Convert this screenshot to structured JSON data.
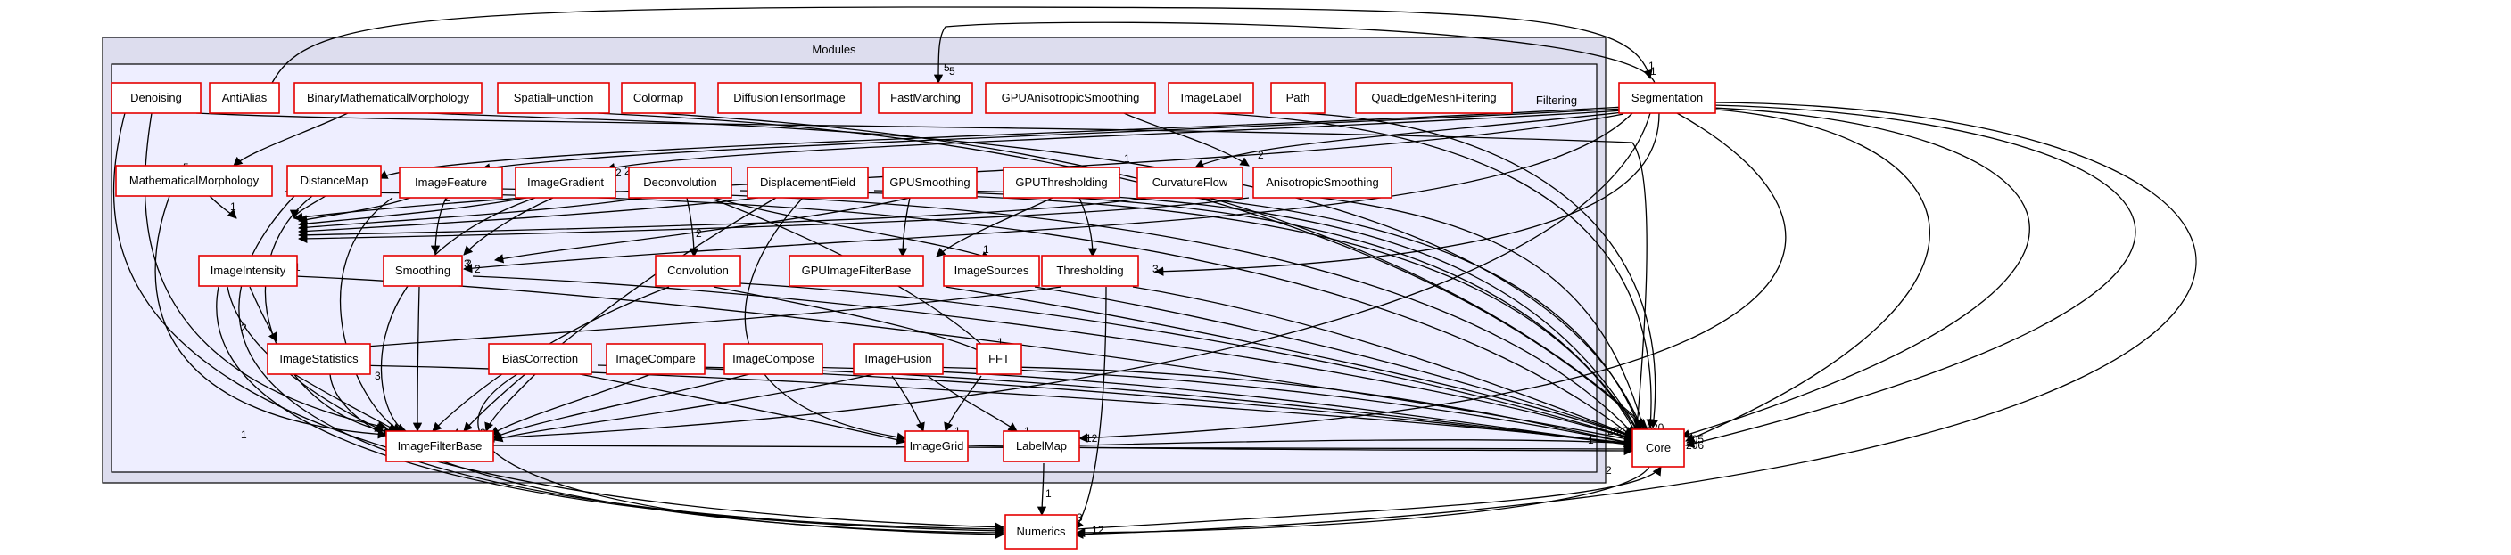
{
  "clusters": {
    "modules": "Modules",
    "filtering": "Filtering"
  },
  "nodes": [
    {
      "id": "Denoising",
      "label": "Denoising"
    },
    {
      "id": "AntiAlias",
      "label": "AntiAlias"
    },
    {
      "id": "BinaryMathematicalMorphology",
      "label": "BinaryMathematicalMorphology"
    },
    {
      "id": "SpatialFunction",
      "label": "SpatialFunction"
    },
    {
      "id": "Colormap",
      "label": "Colormap"
    },
    {
      "id": "DiffusionTensorImage",
      "label": "DiffusionTensorImage"
    },
    {
      "id": "FastMarching",
      "label": "FastMarching"
    },
    {
      "id": "GPUAnisotropicSmoothing",
      "label": "GPUAnisotropicSmoothing"
    },
    {
      "id": "ImageLabel",
      "label": "ImageLabel"
    },
    {
      "id": "Path",
      "label": "Path"
    },
    {
      "id": "QuadEdgeMeshFiltering",
      "label": "QuadEdgeMeshFiltering"
    },
    {
      "id": "Segmentation",
      "label": "Segmentation"
    },
    {
      "id": "MathematicalMorphology",
      "label": "MathematicalMorphology"
    },
    {
      "id": "DistanceMap",
      "label": "DistanceMap"
    },
    {
      "id": "ImageFeature",
      "label": "ImageFeature"
    },
    {
      "id": "ImageGradient",
      "label": "ImageGradient"
    },
    {
      "id": "Deconvolution",
      "label": "Deconvolution"
    },
    {
      "id": "DisplacementField",
      "label": "DisplacementField"
    },
    {
      "id": "GPUSmoothing",
      "label": "GPUSmoothing"
    },
    {
      "id": "GPUThresholding",
      "label": "GPUThresholding"
    },
    {
      "id": "CurvatureFlow",
      "label": "CurvatureFlow"
    },
    {
      "id": "AnisotropicSmoothing",
      "label": "AnisotropicSmoothing"
    },
    {
      "id": "ImageIntensity",
      "label": "ImageIntensity"
    },
    {
      "id": "Smoothing",
      "label": "Smoothing"
    },
    {
      "id": "Convolution",
      "label": "Convolution"
    },
    {
      "id": "GPUImageFilterBase",
      "label": "GPUImageFilterBase"
    },
    {
      "id": "ImageSources",
      "label": "ImageSources"
    },
    {
      "id": "Thresholding",
      "label": "Thresholding"
    },
    {
      "id": "ImageStatistics",
      "label": "ImageStatistics"
    },
    {
      "id": "BiasCorrection",
      "label": "BiasCorrection"
    },
    {
      "id": "ImageCompare",
      "label": "ImageCompare"
    },
    {
      "id": "ImageCompose",
      "label": "ImageCompose"
    },
    {
      "id": "ImageFusion",
      "label": "ImageFusion"
    },
    {
      "id": "FFT",
      "label": "FFT"
    },
    {
      "id": "ImageFilterBase",
      "label": "ImageFilterBase"
    },
    {
      "id": "ImageGrid",
      "label": "ImageGrid"
    },
    {
      "id": "LabelMap",
      "label": "LabelMap"
    },
    {
      "id": "Core",
      "label": "Core"
    },
    {
      "id": "Numerics",
      "label": "Numerics"
    }
  ],
  "edge_labels": [
    "1",
    "5",
    "1",
    "5",
    "2",
    "2",
    "1",
    "2",
    "2",
    "1",
    "4",
    "3",
    "1",
    "2",
    "2",
    "1",
    "2",
    "3",
    "1",
    "3",
    "1",
    "2",
    "2",
    "9",
    "1",
    "3",
    "4",
    "3",
    "5",
    "2",
    "1",
    "1",
    "2",
    "12",
    "1",
    "3",
    "2",
    "2",
    "12",
    "20",
    "30",
    "7",
    "5",
    "2",
    "5",
    "20",
    "105",
    "206",
    "1",
    "2"
  ],
  "colors": {
    "node_border": "#e50000",
    "outer_cluster_fill": "#ddddee",
    "inner_cluster_fill": "#eeeeff",
    "edge": "#000000"
  }
}
